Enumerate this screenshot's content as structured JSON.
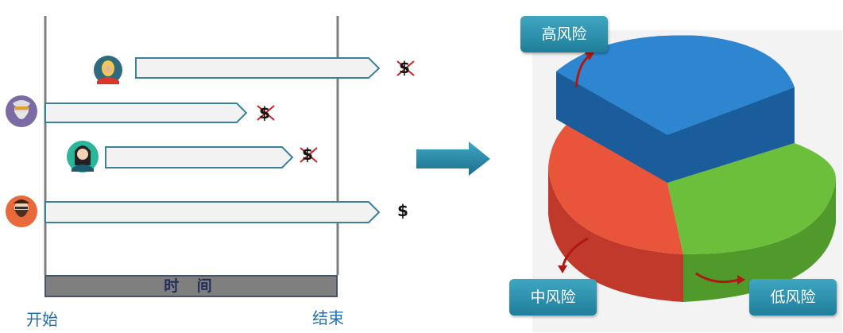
{
  "timeline": {
    "axis_label": "时 间",
    "start_label": "开始",
    "end_label": "结束",
    "customers": [
      {
        "avatar": "blonde-woman-avatar",
        "outcome": "$",
        "churned": true
      },
      {
        "avatar": "old-man-avatar",
        "outcome": "$",
        "churned": true
      },
      {
        "avatar": "woman-glasses-avatar",
        "outcome": "$",
        "churned": true
      },
      {
        "avatar": "bearded-man-avatar",
        "outcome": "$",
        "churned": false
      }
    ]
  },
  "segments": {
    "high": "高风险",
    "mid": "中风险",
    "low": "低风险"
  },
  "colors": {
    "high": "#1f6fb5",
    "mid": "#e8553b",
    "low": "#6cbf3a",
    "accent": "#2e8bab"
  }
}
